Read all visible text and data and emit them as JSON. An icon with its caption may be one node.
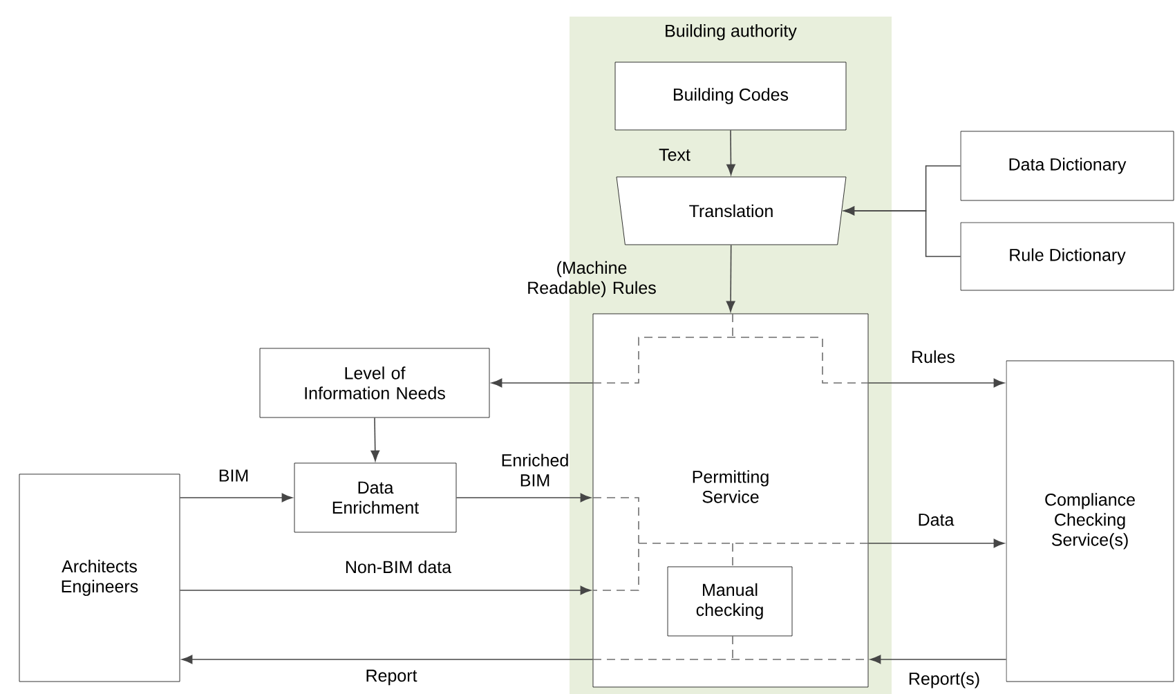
{
  "diagram": {
    "nodes": [
      {
        "text": [
          "Building authority"
        ]
      },
      {
        "text": [
          "Building Codes"
        ],
        "in": 0
      },
      {
        "text": [
          "Translation"
        ],
        "in": 0
      },
      {
        "text": [
          "Data Dictionary"
        ]
      },
      {
        "text": [
          "Rule Dictionary"
        ]
      },
      {
        "text": [
          "Permitting Service"
        ],
        "in": 0
      },
      {
        "text": [
          "Manual checking"
        ],
        "in": 5
      },
      {
        "text": [
          "Level of Information Needs"
        ]
      },
      {
        "text": [
          "Data Enrichment"
        ]
      },
      {
        "text": [
          "Architects Engineers"
        ]
      },
      {
        "text": [
          "Compliance Checking Service(s)"
        ]
      }
    ],
    "edges": [
      {
        "from": 1,
        "to": 2,
        "arrow": "to",
        "label": "Text"
      },
      {
        "from": 3,
        "to": 2,
        "arrow": "to"
      },
      {
        "from": 4,
        "to": 2,
        "arrow": "to"
      },
      {
        "from": 2,
        "to": 5,
        "arrow": "to",
        "label": "(Machine Readable) Rules"
      },
      {
        "from": 5,
        "to": 7,
        "arrow": "to"
      },
      {
        "from": 7,
        "to": 8,
        "arrow": "to"
      },
      {
        "from": 9,
        "to": 8,
        "arrow": "to",
        "label": "BIM"
      },
      {
        "from": 8,
        "to": 5,
        "arrow": "to",
        "label": "Enriched BIM"
      },
      {
        "from": 9,
        "to": 5,
        "arrow": "to",
        "label": "Non-BIM data"
      },
      {
        "from": 5,
        "to": 9,
        "arrow": "to",
        "label": "Report"
      },
      {
        "from": 5,
        "to": 10,
        "arrow": "to",
        "label": "Rules"
      },
      {
        "from": 5,
        "to": 10,
        "arrow": "to",
        "label": "Data"
      },
      {
        "from": 10,
        "to": 5,
        "arrow": "to",
        "label": "Report(s)"
      }
    ]
  }
}
